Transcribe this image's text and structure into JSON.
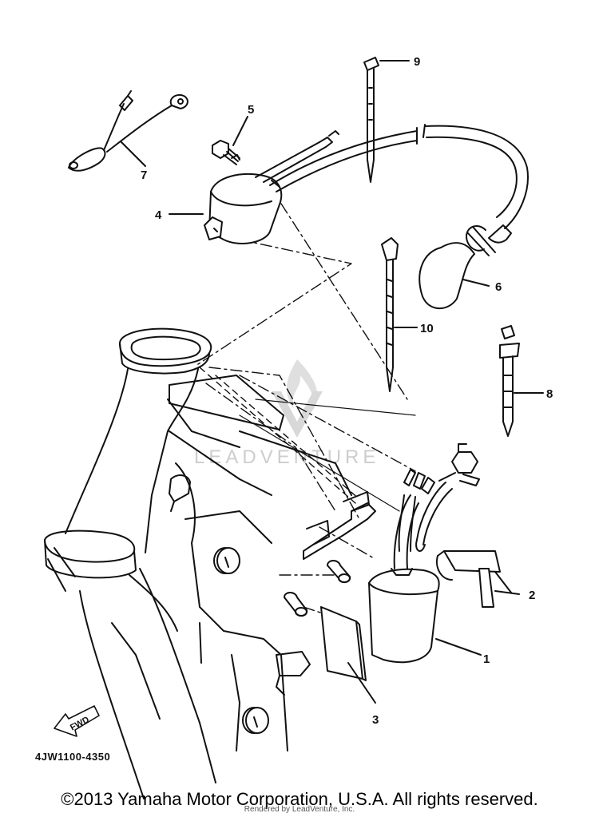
{
  "diagram": {
    "part_code": "4JW1100-4350",
    "fwd_label": "FWD",
    "watermark": "LEADVENTURE",
    "callouts": [
      "1",
      "2",
      "3",
      "4",
      "5",
      "6",
      "7",
      "8",
      "9",
      "10"
    ]
  },
  "footer": {
    "copyright": "©2013 Yamaha Motor Corporation, U.S.A. All rights reserved.",
    "rendered_by": "Rendered by LeadVenture, Inc."
  }
}
